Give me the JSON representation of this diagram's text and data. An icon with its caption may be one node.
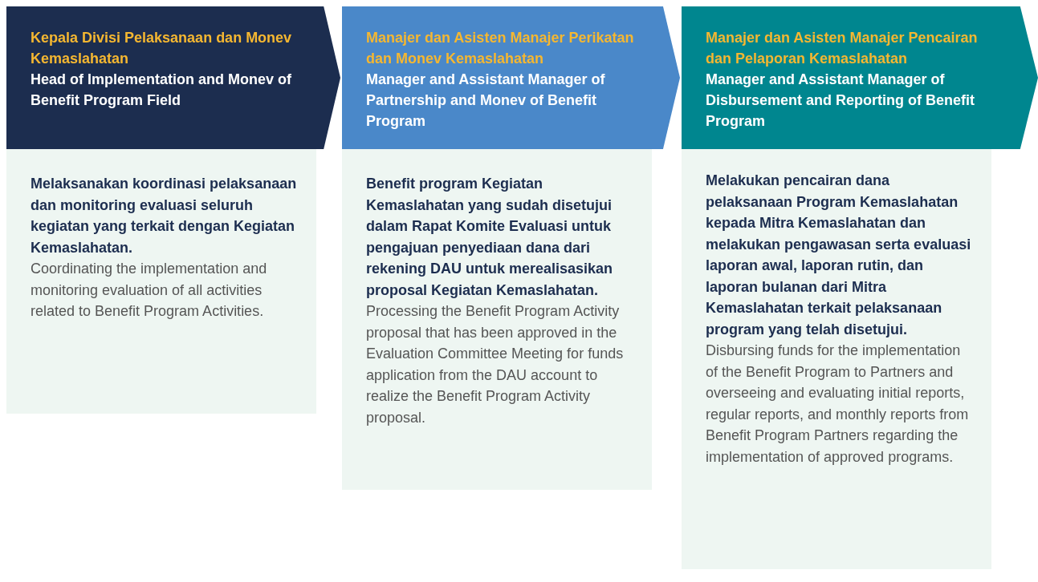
{
  "diagram": {
    "nodes": [
      {
        "text": [
          "Kepala Divisi Pelaksanaan dan Monev Kemaslahatan",
          "Head of Implementation and Monev of Benefit Program Field"
        ]
      },
      {
        "text": [
          "Manajer dan Asisten Manajer Perikatan dan Monev Kemaslahatan",
          "Manager and Assistant Manager of Partnership and Monev of Benefit Program"
        ]
      },
      {
        "text": [
          "Manajer dan Asisten Manajer Pencairan dan Pelaporan Kemaslahatan",
          "Manager and Assistant Manager of Disbursement and Reporting of Benefit Program"
        ]
      },
      {
        "text": [
          "Melaksanakan koordinasi pelaksanaan dan monitoring evaluasi seluruh kegiatan yang terkait dengan Kegiatan Kemaslahatan.",
          "Coordinating the implementation and monitoring evaluation of all activities related to Benefit Program Activities."
        ]
      },
      {
        "text": [
          "Benefit program Kegiatan Kemaslahatan yang sudah disetujui dalam Rapat Komite Evaluasi untuk pengajuan penyediaan dana dari rekening DAU untuk merealisasikan proposal Kegiatan Kemaslahatan.",
          "Processing the Benefit Program Activity proposal that has been approved in the Evaluation Committee Meeting for funds application from the DAU account to realize the Benefit Program Activity proposal."
        ]
      },
      {
        "text": [
          "Melakukan pencairan dana pelaksanaan Program Kemaslahatan kepada Mitra Kemaslahatan dan melakukan pengawasan serta evaluasi laporan awal, laporan rutin, dan laporan bulanan dari Mitra Kemaslahatan terkait pelaksanaan program yang telah disetujui.",
          "Disbursing funds for the implementation of the Benefit Program to Partners and overseeing and evaluating initial reports, regular reports, and monthly reports from Benefit Program Partners regarding the implementation of approved programs."
        ]
      }
    ]
  }
}
